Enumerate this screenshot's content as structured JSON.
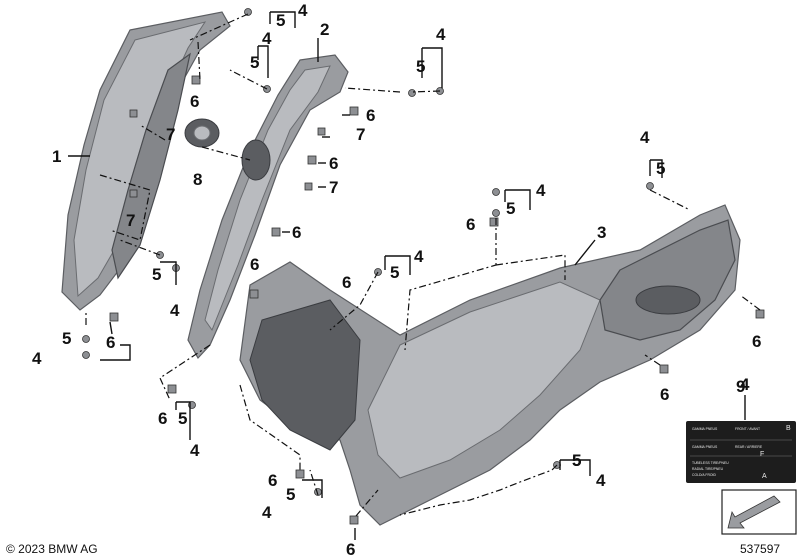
{
  "callouts": [
    {
      "id": "c1",
      "text": "1"
    },
    {
      "id": "c2",
      "text": "2"
    },
    {
      "id": "c3",
      "text": "3"
    },
    {
      "id": "c4a",
      "text": "4"
    },
    {
      "id": "c5a",
      "text": "5"
    },
    {
      "id": "c4b",
      "text": "4"
    },
    {
      "id": "c5b",
      "text": "5"
    },
    {
      "id": "c6b",
      "text": "6"
    },
    {
      "id": "c7a",
      "text": "7"
    },
    {
      "id": "c8",
      "text": "8"
    },
    {
      "id": "c7b",
      "text": "7"
    },
    {
      "id": "c5c",
      "text": "5"
    },
    {
      "id": "c4c",
      "text": "4"
    },
    {
      "id": "c5d",
      "text": "5"
    },
    {
      "id": "c4d",
      "text": "4"
    },
    {
      "id": "c6d",
      "text": "6"
    },
    {
      "id": "c4e",
      "text": "4"
    },
    {
      "id": "c5e",
      "text": "5"
    },
    {
      "id": "c6e1",
      "text": "6"
    },
    {
      "id": "c7e1",
      "text": "7"
    },
    {
      "id": "c6e2",
      "text": "6"
    },
    {
      "id": "c7e2",
      "text": "7"
    },
    {
      "id": "c6e3",
      "text": "6"
    },
    {
      "id": "c6e4",
      "text": "6"
    },
    {
      "id": "c4f",
      "text": "4"
    },
    {
      "id": "c5f",
      "text": "5"
    },
    {
      "id": "c6g",
      "text": "6"
    },
    {
      "id": "c5g",
      "text": "5"
    },
    {
      "id": "c4g",
      "text": "4"
    },
    {
      "id": "c4h",
      "text": "4"
    },
    {
      "id": "c5h",
      "text": "5"
    },
    {
      "id": "c6h",
      "text": "6"
    },
    {
      "id": "c6i",
      "text": "6"
    },
    {
      "id": "c5i",
      "text": "5"
    },
    {
      "id": "c4i",
      "text": "4"
    },
    {
      "id": "c4j",
      "text": "4"
    },
    {
      "id": "c5j",
      "text": "5"
    },
    {
      "id": "c6j",
      "text": "6"
    },
    {
      "id": "c6k",
      "text": "6"
    },
    {
      "id": "c4l",
      "text": "4"
    },
    {
      "id": "c5l",
      "text": "5"
    },
    {
      "id": "c6m",
      "text": "6"
    },
    {
      "id": "c9",
      "text": "9"
    },
    {
      "id": "c5n",
      "text": "5"
    },
    {
      "id": "c4n",
      "text": "4"
    }
  ],
  "tire_label": {
    "rows": [
      {
        "left": "GAMMA PNEUS",
        "right": "FRONT / AVANT",
        "badge": "B"
      },
      {
        "left": "GAMMA PNEUS",
        "right": "REAR / ARRIERE",
        "badge": "F"
      },
      {
        "left": "TUBELESS TIRE/PNEU",
        "right": "",
        "badge": ""
      },
      {
        "left": "RADIAL TIRE/PNEU",
        "right": "",
        "badge": ""
      },
      {
        "left": "COLD/A FROID",
        "right": "",
        "badge": "A"
      }
    ]
  },
  "footer": {
    "copyright": "© 2023 BMW AG",
    "diagram_number": "537597"
  }
}
